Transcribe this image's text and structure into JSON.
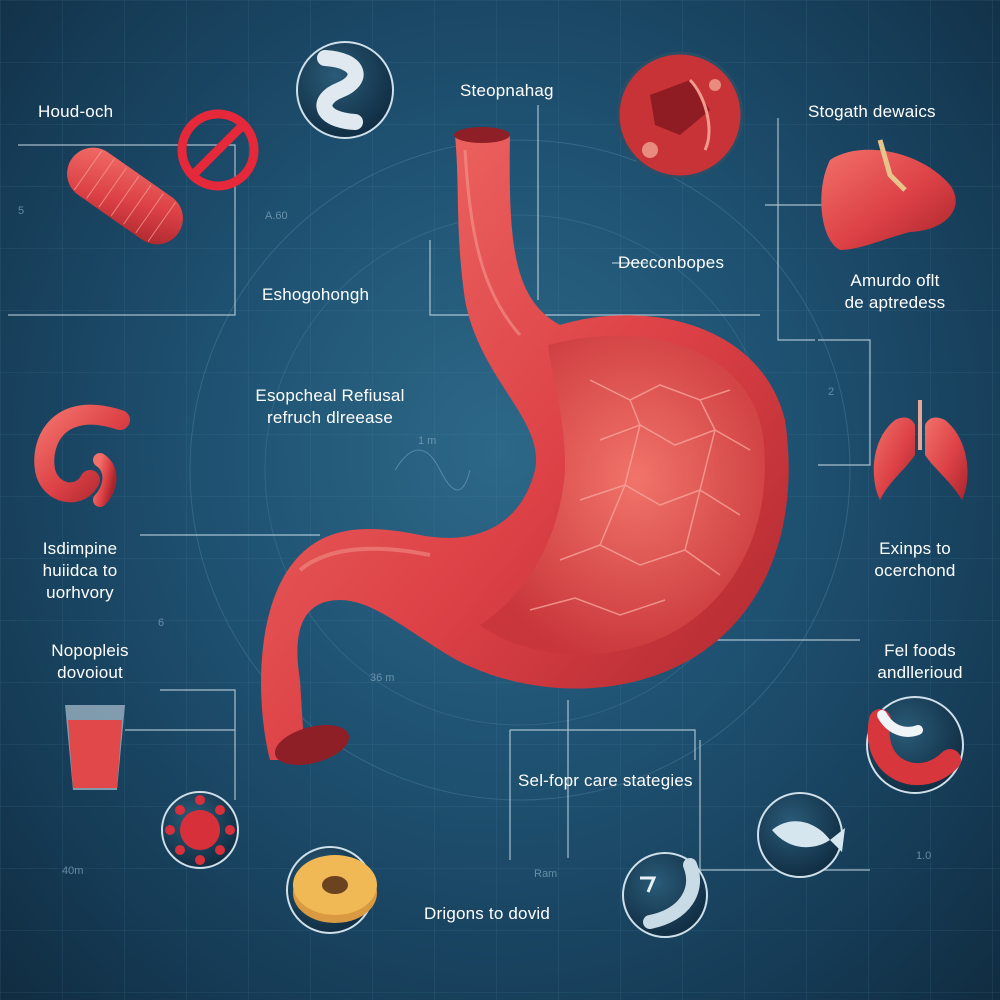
{
  "labels": {
    "top_left": "Houd-och",
    "stomach_top": "Steopnahag",
    "top_right": "Stogath dewaics",
    "decconbopes": "Decconbopes",
    "eshog": "Eshogohongh",
    "amurdo_line1": "Amurdo oflt",
    "amurdo_line2": "de aptredess",
    "esoph_line1": "Esopcheal Refiusal",
    "esoph_line2": "refruch dlreease",
    "left_mid_line1": "Isdimpine",
    "left_mid_line2": "huiidca to",
    "left_mid_line3": "uorhvory",
    "right_mid_line1": "Exinps to",
    "right_mid_line2": "ocerchond",
    "left_low_line1": "Nopopleis",
    "left_low_line2": "dovoiout",
    "right_low_line1": "Fel foods",
    "right_low_line2": "andllerioud",
    "self_care": "Sel-fopr care stategies",
    "drigons": "Drigons to dovid"
  },
  "ticks": {
    "t1": "5",
    "t2": "2",
    "t3": "6",
    "t4": "40m",
    "t5": "36 m",
    "t6": "1 m",
    "t7": "Ram",
    "t8": "A.60",
    "t9": "1.0"
  },
  "colors": {
    "background": "#1f5272",
    "grid_line": "#4f86a6",
    "organ_red": "#e0484a",
    "organ_dark": "#b52a30",
    "organ_inner": "#f06a64",
    "label_text": "#ffffff",
    "circle_fill": "#15354d"
  },
  "icons": [
    "esophagus-tube-icon",
    "no-sign-icon",
    "intestine-icon",
    "stomach-cells-icon",
    "liver-icon",
    "lungs-icon",
    "curved-tube-icon",
    "water-glass-icon",
    "virus-icon",
    "donut-icon",
    "tube-segment-icon",
    "fish-icon",
    "organ-tube-icon"
  ]
}
